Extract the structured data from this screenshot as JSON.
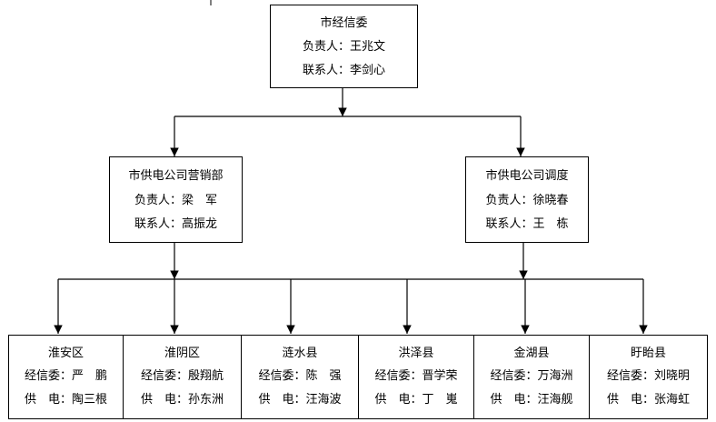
{
  "top": {
    "name": "市经信委",
    "resp_label": "负责人：",
    "resp_name": "王兆文",
    "contact_label": "联系人：",
    "contact_name": "李剑心"
  },
  "mid": [
    {
      "name": "市供电公司营销部",
      "resp_label": "负责人：",
      "resp_name": "梁　军",
      "contact_label": "联系人：",
      "contact_name": "高振龙"
    },
    {
      "name": "市供电公司调度",
      "resp_label": "负责人：",
      "resp_name": "徐晓春",
      "contact_label": "联系人：",
      "contact_name": "王　栋"
    }
  ],
  "bottom": [
    {
      "name": "淮安区",
      "jxw_label": "经信委：",
      "jxw_name": "严　鹏",
      "gd_label": "供　电：",
      "gd_name": "陶三根"
    },
    {
      "name": "淮阴区",
      "jxw_label": "经信委：",
      "jxw_name": "殷翔航",
      "gd_label": "供　电：",
      "gd_name": "孙东洲"
    },
    {
      "name": "涟水县",
      "jxw_label": "经信委：",
      "jxw_name": "陈　强",
      "gd_label": "供　电：",
      "gd_name": "汪海波"
    },
    {
      "name": "洪泽县",
      "jxw_label": "经信委：",
      "jxw_name": "晋学荣",
      "gd_label": "供　电：",
      "gd_name": "丁　嵬"
    },
    {
      "name": "金湖县",
      "jxw_label": "经信委：",
      "jxw_name": "万海洲",
      "gd_label": "供　电：",
      "gd_name": "汪海舰"
    },
    {
      "name": "盱眙县",
      "jxw_label": "经信委：",
      "jxw_name": "刘晓明",
      "gd_label": "供　电：",
      "gd_name": "张海虹"
    }
  ]
}
